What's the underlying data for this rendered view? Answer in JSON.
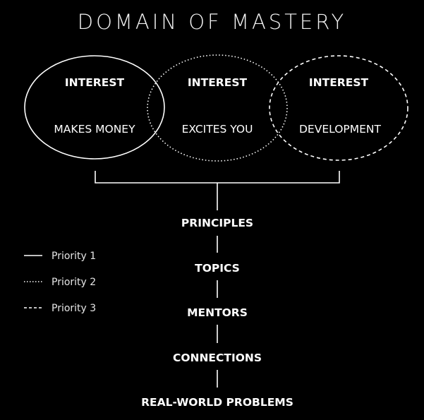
{
  "title": "DOMAIN OF MASTERY",
  "circles": [
    {
      "heading": "INTEREST",
      "description": "MAKES MONEY",
      "line_style": "solid"
    },
    {
      "heading": "INTEREST",
      "description": "EXCITES YOU",
      "line_style": "dotted"
    },
    {
      "heading": "INTEREST",
      "description": "DEVELOPMENT",
      "line_style": "dashed"
    }
  ],
  "steps": [
    "PRINCIPLES",
    "TOPICS",
    "MENTORS",
    "CONNECTIONS",
    "REAL-WORLD PROBLEMS"
  ],
  "legend": [
    {
      "label": "Priority 1",
      "line_style": "solid"
    },
    {
      "label": "Priority 2",
      "line_style": "dotted"
    },
    {
      "label": "Priority 3",
      "line_style": "dashed"
    }
  ],
  "colors": {
    "background": "#000000",
    "foreground": "#ffffff"
  }
}
